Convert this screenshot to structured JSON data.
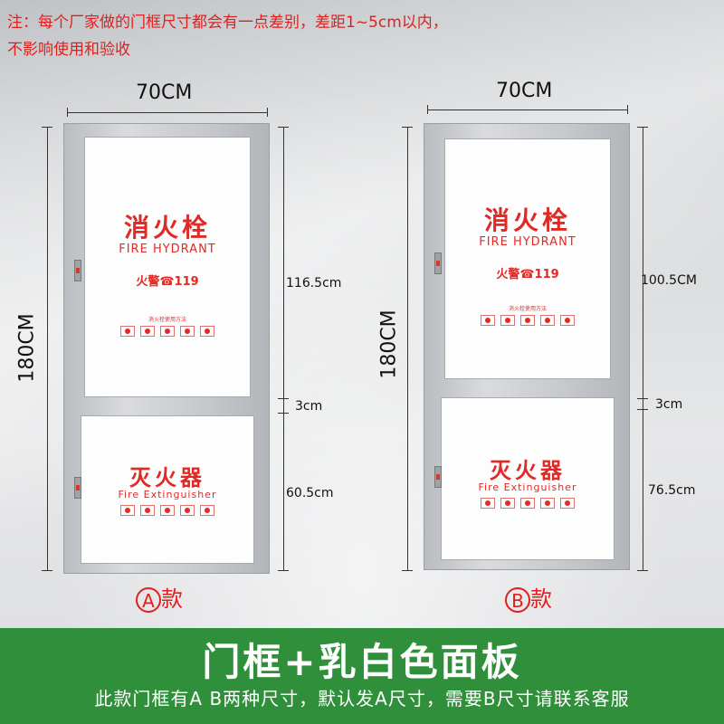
{
  "note": {
    "line1": "注：每个厂家做的门框尺寸都会有一点差别，差距1~5cm以内，",
    "line2": "不影响使用和验收"
  },
  "cabinet_a": {
    "width_label": "70CM",
    "height_label": "180CM",
    "upper_height": "116.5cm",
    "gap_height": "3cm",
    "lower_height": "60.5cm",
    "upper_title": "消火栓",
    "upper_en": "FIRE HYDRANT",
    "upper_phone": "火警☎119",
    "upper_small": "消火栓使用方法",
    "lower_title": "灭火器",
    "lower_en": "Fire Extinguisher",
    "style_letter": "A",
    "style_suffix": "款"
  },
  "cabinet_b": {
    "width_label": "70CM",
    "height_label": "180CM",
    "upper_height": "100.5CM",
    "gap_height": "3cm",
    "lower_height": "76.5cm",
    "upper_title": "消火栓",
    "upper_en": "FIRE HYDRANT",
    "upper_phone": "火警☎119",
    "upper_small": "消火栓使用方法",
    "lower_title": "灭火器",
    "lower_en": "Fire Extinguisher",
    "style_letter": "B",
    "style_suffix": "款"
  },
  "banner": {
    "title": "门框+乳白色面板",
    "subtitle": "此款门框有A B两种尺寸，默认发A尺寸，需要B尺寸请联系客服"
  },
  "colors": {
    "accent_red": "#e12a26",
    "banner_green": "#2f8f3a"
  }
}
